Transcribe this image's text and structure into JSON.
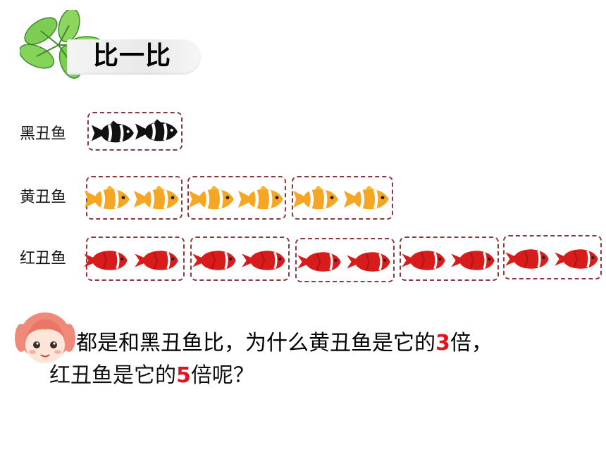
{
  "title": "比一比",
  "rows": [
    {
      "label": "黑丑鱼",
      "fish": "black",
      "groups": 1
    },
    {
      "label": "黄丑鱼",
      "fish": "yellow",
      "groups": 3
    },
    {
      "label": "红丑鱼",
      "fish": "red",
      "groups": 5
    }
  ],
  "question": {
    "line1_text": "都是和黑丑鱼比，为什么黄丑鱼是它的",
    "line1_num": "3",
    "line1_tail": "倍，",
    "line2_text": "红丑鱼是它的",
    "line2_num": "5",
    "line2_tail": "倍呢？"
  },
  "colors": {
    "frame": "#8a3a3a",
    "highlight": "#e2141b",
    "leaf": "#7ccd52",
    "black_fish": "#111111",
    "yellow_fish": "#f5a623",
    "red_fish": "#d81c1c"
  },
  "icons": [
    "leaf-cluster-icon",
    "girl-avatar-icon"
  ]
}
